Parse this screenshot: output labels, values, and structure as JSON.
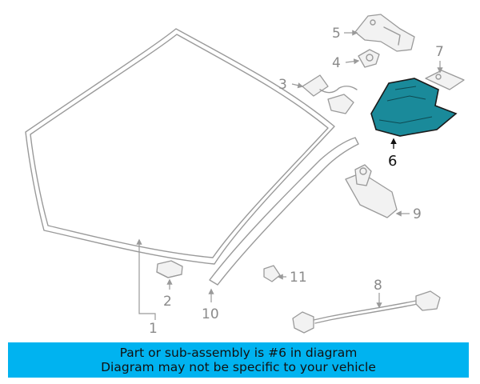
{
  "callouts": {
    "c1": "1",
    "c2": "2",
    "c3": "3",
    "c4": "4",
    "c5": "5",
    "c6": "6",
    "c7": "7",
    "c8": "8",
    "c9": "9",
    "c10": "10",
    "c11": "11"
  },
  "highlight_color": "#1a8a9a",
  "banner": {
    "line1": "Part or sub-assembly is #6 in diagram",
    "line2": "Diagram may not be specific to your vehicle",
    "background": "#00b3f0"
  }
}
